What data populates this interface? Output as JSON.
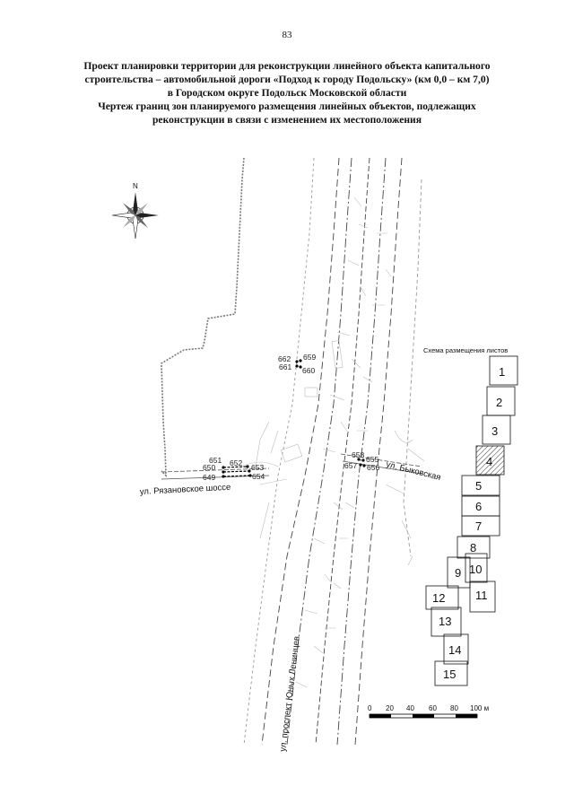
{
  "page_number": "83",
  "title_lines": [
    "Проект планировки территории для реконструкции линейного объекта капитального",
    "строительства – автомобильной дороги «Подход к городу Подольску» (км 0,0 – км 7,0)",
    "в Городском округе Подольск Московской области",
    "Чертеж границ зон планируемого размещения линейных объектов, подлежащих",
    "реконструкции в связи с изменением их местоположения"
  ],
  "streets": {
    "ryazanovskoe": "ул. Рязановское шоссе",
    "bykovskaya": "ул. Быковская",
    "yunykh_lenintsev": "ул. проспект Юных Ленинцев"
  },
  "points": [
    {
      "id": "p662",
      "label": "662"
    },
    {
      "id": "p659",
      "label": "659"
    },
    {
      "id": "p661",
      "label": "661"
    },
    {
      "id": "p660",
      "label": "660"
    },
    {
      "id": "p658",
      "label": "658"
    },
    {
      "id": "p655",
      "label": "655"
    },
    {
      "id": "p657",
      "label": "657"
    },
    {
      "id": "p656",
      "label": "656"
    },
    {
      "id": "p651",
      "label": "651"
    },
    {
      "id": "p652",
      "label": "652"
    },
    {
      "id": "p650",
      "label": "650"
    },
    {
      "id": "p653",
      "label": "653"
    },
    {
      "id": "p649",
      "label": "649"
    },
    {
      "id": "p654",
      "label": "654"
    }
  ],
  "sheet_scheme": {
    "title": "Схема размещения листов",
    "sheets": [
      "1",
      "2",
      "3",
      "4",
      "5",
      "6",
      "7",
      "8",
      "9",
      "10",
      "11",
      "12",
      "13",
      "14",
      "15"
    ],
    "highlighted_sheet": "4"
  },
  "scale_bar": {
    "ticks": [
      "0",
      "20",
      "40",
      "60",
      "80",
      "100 м"
    ]
  },
  "compass": {
    "north_letter": "N"
  }
}
